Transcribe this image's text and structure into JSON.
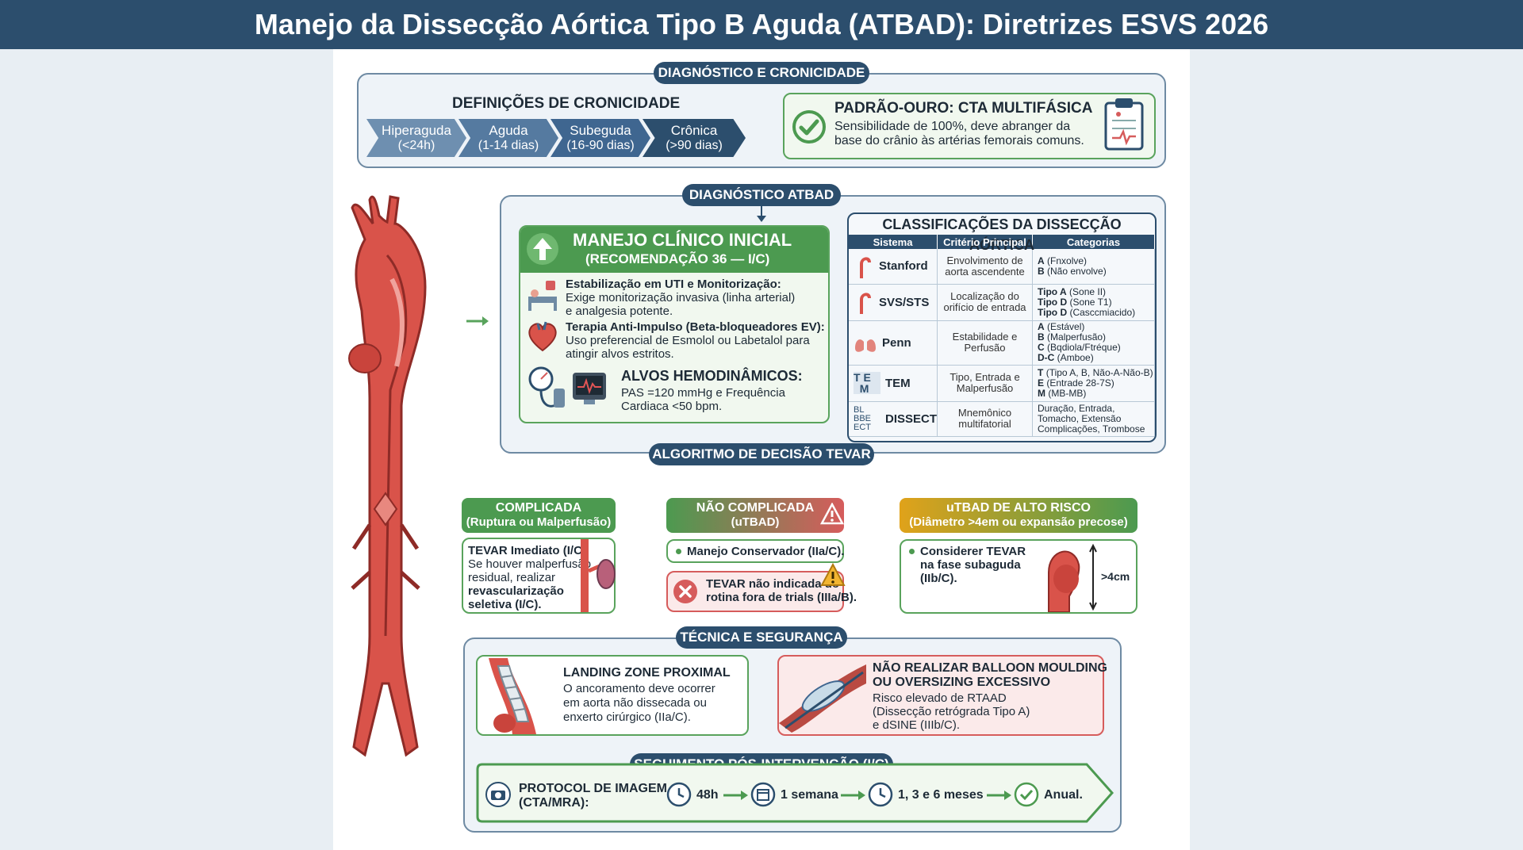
{
  "header": {
    "title": "Manejo da Dissecção Aórtica Tipo B Aguda (ATBAD): Diretrizes ESVS 2026"
  },
  "diagnostico": {
    "pill": "DIAGNÓSTICO E CRONICIDADE",
    "definicoes_title": "DEFINIÇÕES DE CRONICIDADE",
    "phases": [
      {
        "label": "Hiperaguda",
        "range": "(<24h)"
      },
      {
        "label": "Aguda",
        "range": "(1-14 dias)"
      },
      {
        "label": "Subeguda",
        "range": "(16-90 dias)"
      },
      {
        "label": "Crônica",
        "range": "(>90 dias)"
      }
    ],
    "gold_title": "PADRÃO-OURO: CTA MULTIFÁSICA",
    "gold_text1": "Sensibilidade de 100%, deve abranger da",
    "gold_text2": "base do crânio às artérias femorais comuns."
  },
  "atbad": {
    "pill": "DIAGNÓSTICO ATBAD",
    "manejo_title": "MANEJO CLÍNICO INICIAL",
    "manejo_sub": "(RECOMENDAÇÃO 36 — I/C)",
    "item1_title": "Estabilização em UTI e Monitorização:",
    "item1_l1": "Exige monitorização invasiva (linha arterial)",
    "item1_l2": "e analgesia potente.",
    "item2_title": "Terapia Anti-Impulso (Beta-bloqueadores EV):",
    "item2_l1": "Uso preferencial de Esmolol ou Labetalol para",
    "item2_l2": "atingir alvos estritos.",
    "alvos_title": "ALVOS HEMODINÂMICOS:",
    "alvos_l1": "PAS =120 mmHg e Frequência",
    "alvos_l2": "Cardiaca <50 bpm."
  },
  "classificacoes": {
    "title": "CLASSIFICAÇÕES DA DISSECÇÃO AÓRTICA",
    "headers": [
      "Sistema",
      "Critério Principal",
      "Categorias"
    ],
    "rows": [
      {
        "system": "Stanford",
        "crit1": "Envolvimento de",
        "crit2": "aorta ascendente",
        "cats": [
          [
            "A",
            " (Fnxolve)"
          ],
          [
            "B",
            " (Não envolve)"
          ]
        ]
      },
      {
        "system": "SVS/STS",
        "crit1": "Localização do",
        "crit2": "orifício de entrada",
        "cats": [
          [
            "Tipo A",
            " (Sone II)"
          ],
          [
            "Tipo D",
            " (Sone T1)"
          ],
          [
            "Tipo D",
            " (Casccmiacido)"
          ]
        ]
      },
      {
        "system": "Penn",
        "crit1": "Estabilidade e",
        "crit2": "Perfusão",
        "cats": [
          [
            "A",
            " (Estável)"
          ],
          [
            "B",
            " (Malperfusão)"
          ],
          [
            "C",
            " (Bqdiola/Ftréque)"
          ],
          [
            "D-C",
            " (Amboe)"
          ]
        ]
      },
      {
        "system": "TEM",
        "crit1": "Tipo, Entrada e",
        "crit2": "Malperfusão",
        "cats": [
          [
            "T",
            " (Tipo A, B, Não-A-Não-B)"
          ],
          [
            "E",
            " (Entrade 28-7S)"
          ],
          [
            "M",
            " (MB-MB)"
          ]
        ]
      },
      {
        "system": "DISSECT",
        "crit1": "Mnemônico",
        "crit2": "multifatorial",
        "cats": [
          [
            "",
            "Duração, Entrada,"
          ],
          [
            "",
            "Tomacho, Extensão"
          ],
          [
            "",
            "Complicações, Trombose"
          ]
        ]
      }
    ],
    "tem_icon": [
      "T",
      "E",
      "M"
    ],
    "dissect_icon": [
      "BL",
      "BBE",
      "ECT"
    ]
  },
  "tevar": {
    "pill": "ALGORITMO DE DECISÃO TEVAR",
    "complicada_title": "COMPLICADA",
    "complicada_sub": "(Ruptura ou Malperfusão)",
    "complicada_l1": "TEVAR Imediato (I/C).",
    "complicada_l2": "Se houver malperfusão",
    "complicada_l3": "residual, realizar",
    "complicada_l4": "revascularização",
    "complicada_l5": "seletiva (I/C).",
    "nao_title": "NÃO COMPLICADA",
    "nao_sub": "(uTBAD)",
    "nao_item": "Manejo Conservador (IIa/C).",
    "nao_warn1": "TEVAR não indicada do",
    "nao_warn2": "rotina fora de trials (IIIa/B).",
    "alto_title": "uTBAD DE ALTO RISCO",
    "alto_sub": "(Diâmetro >4em ou expansão precose)",
    "alto_l1": "Considerer TEVAR",
    "alto_l2": "na fase subaguda",
    "alto_l3": "(IIb/C).",
    "alto_measure": ">4cm"
  },
  "tecnica": {
    "pill": "TÉCNICA E SEGURANÇA",
    "landing_title": "LANDING ZONE PROXIMAL",
    "landing_l1": "O ancoramento deve ocorrer",
    "landing_l2": "em aorta não dissecada ou",
    "landing_l3": "enxerto cirúrgico (IIa/C).",
    "balloon_t1": "NÃO REALIZAR BALLOON MOULDING",
    "balloon_t2": "OU OVERSIZING EXCESSIVO",
    "balloon_l1": "Risco elevado de RTAAD",
    "balloon_l2": "(Dissecção retrógrada Tipo A)",
    "balloon_l3": "e dSINE (IIIb/C)."
  },
  "seguimento": {
    "pill": "SEGUIMENTO PÓS-INTERVENÇÃO (I/C)",
    "protocol_l1": "PROTOCOL DE IMAGEM",
    "protocol_l2": "(CTA/MRA):",
    "steps": [
      "48h",
      "1 semana",
      "1, 3 e 6 meses",
      "Anual."
    ]
  },
  "colors": {
    "navy": "#2c4e6d",
    "green": "#4c9a50",
    "red": "#d65c5c",
    "amber": "#e0a21a",
    "aorta": "#d9534a"
  }
}
